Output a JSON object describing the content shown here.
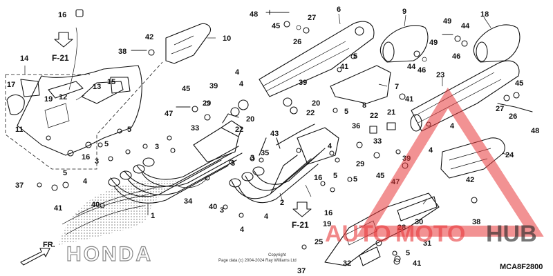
{
  "labels": {
    "l1": "1",
    "l2": "2",
    "l3": "3",
    "l4": "4",
    "l5": "5",
    "l6": "6",
    "l7": "7",
    "l8": "8",
    "l9": "9",
    "l10": "10",
    "l11": "11",
    "l12": "12",
    "l13": "13",
    "l14": "14",
    "l15": "15",
    "l16": "16",
    "l17": "17",
    "l18": "18",
    "l19": "19",
    "l20": "20",
    "l21": "21",
    "l22": "22",
    "l23": "23",
    "l24": "24",
    "l25": "25",
    "l26": "26",
    "l27": "27",
    "l28": "28",
    "l29": "29",
    "l30": "30",
    "l31": "31",
    "l32": "32",
    "l33": "33",
    "l34": "34",
    "l35": "35",
    "l36": "36",
    "l37": "37",
    "l38": "38",
    "l39": "39",
    "l40": "40",
    "l41": "41",
    "l42": "42",
    "l43": "43",
    "l44": "44",
    "l45": "45",
    "l46": "46",
    "l47": "47",
    "l48": "48",
    "l49": "49"
  },
  "refs": {
    "f21": "F-21"
  },
  "front_label": "FR.",
  "brand_logo": "HONDA",
  "copyright": "Copyright",
  "copyright_line": "Page data (c) 2004-2024 Ray Williams Ltd",
  "diagram_code": "MCA8F2800",
  "watermark": {
    "auto": "AUTO",
    "moto": "MOTO",
    "hub": "HUB",
    "accent_color": "#e8383b",
    "dark_color": "#2b2b2b"
  }
}
